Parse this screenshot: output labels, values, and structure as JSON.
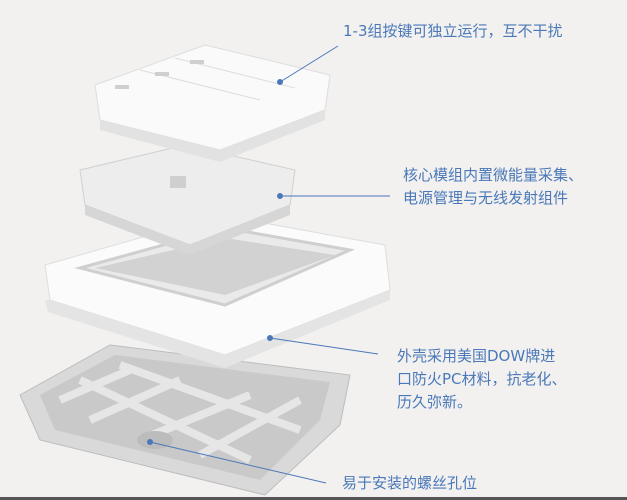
{
  "callouts": {
    "buttons": "1-3组按键可独立运行，互不干扰",
    "module": [
      "核心模组内置微能量采集、",
      "电源管理与无线发射组件"
    ],
    "shell": [
      "外壳采用美国DOW牌进",
      "口防火PC材料，抗老化、",
      "历久弥新。"
    ],
    "screws": "易于安装的螺丝孔位"
  },
  "colors": {
    "text": "#4a78b8",
    "line": "#4a78b8",
    "background": "#f2f1f0"
  }
}
